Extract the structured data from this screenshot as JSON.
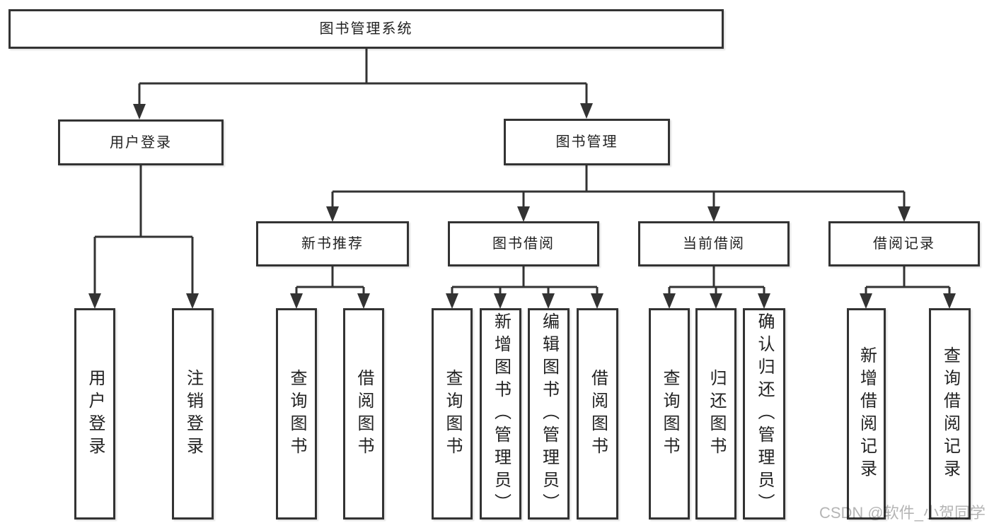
{
  "diagram": {
    "root": {
      "label": "图书管理系统"
    },
    "branches": [
      {
        "label": "用户登录",
        "children": [
          {
            "label": "用户登录"
          },
          {
            "label": "注销登录"
          }
        ]
      },
      {
        "label": "图书管理",
        "children": [
          {
            "label": "新书推荐",
            "children": [
              {
                "label": "查询图书"
              },
              {
                "label": "借阅图书"
              }
            ]
          },
          {
            "label": "图书借阅",
            "children": [
              {
                "label": "查询图书"
              },
              {
                "label": "新增图书（管理员）"
              },
              {
                "label": "编辑图书（管理员）"
              },
              {
                "label": "借阅图书"
              }
            ]
          },
          {
            "label": "当前借阅",
            "children": [
              {
                "label": "查询图书"
              },
              {
                "label": "归还图书"
              },
              {
                "label": "确认归还（管理员）"
              }
            ]
          },
          {
            "label": "借阅记录",
            "children": [
              {
                "label": "新增借阅记录"
              },
              {
                "label": "查询借阅记录"
              }
            ]
          }
        ]
      }
    ]
  },
  "watermark": {
    "text": "CSDN @软件_小贺同学",
    "color": "#b5b5b5"
  },
  "colors": {
    "line": "#333333",
    "box_border": "#333333",
    "text": "#222222",
    "background": "#ffffff"
  }
}
